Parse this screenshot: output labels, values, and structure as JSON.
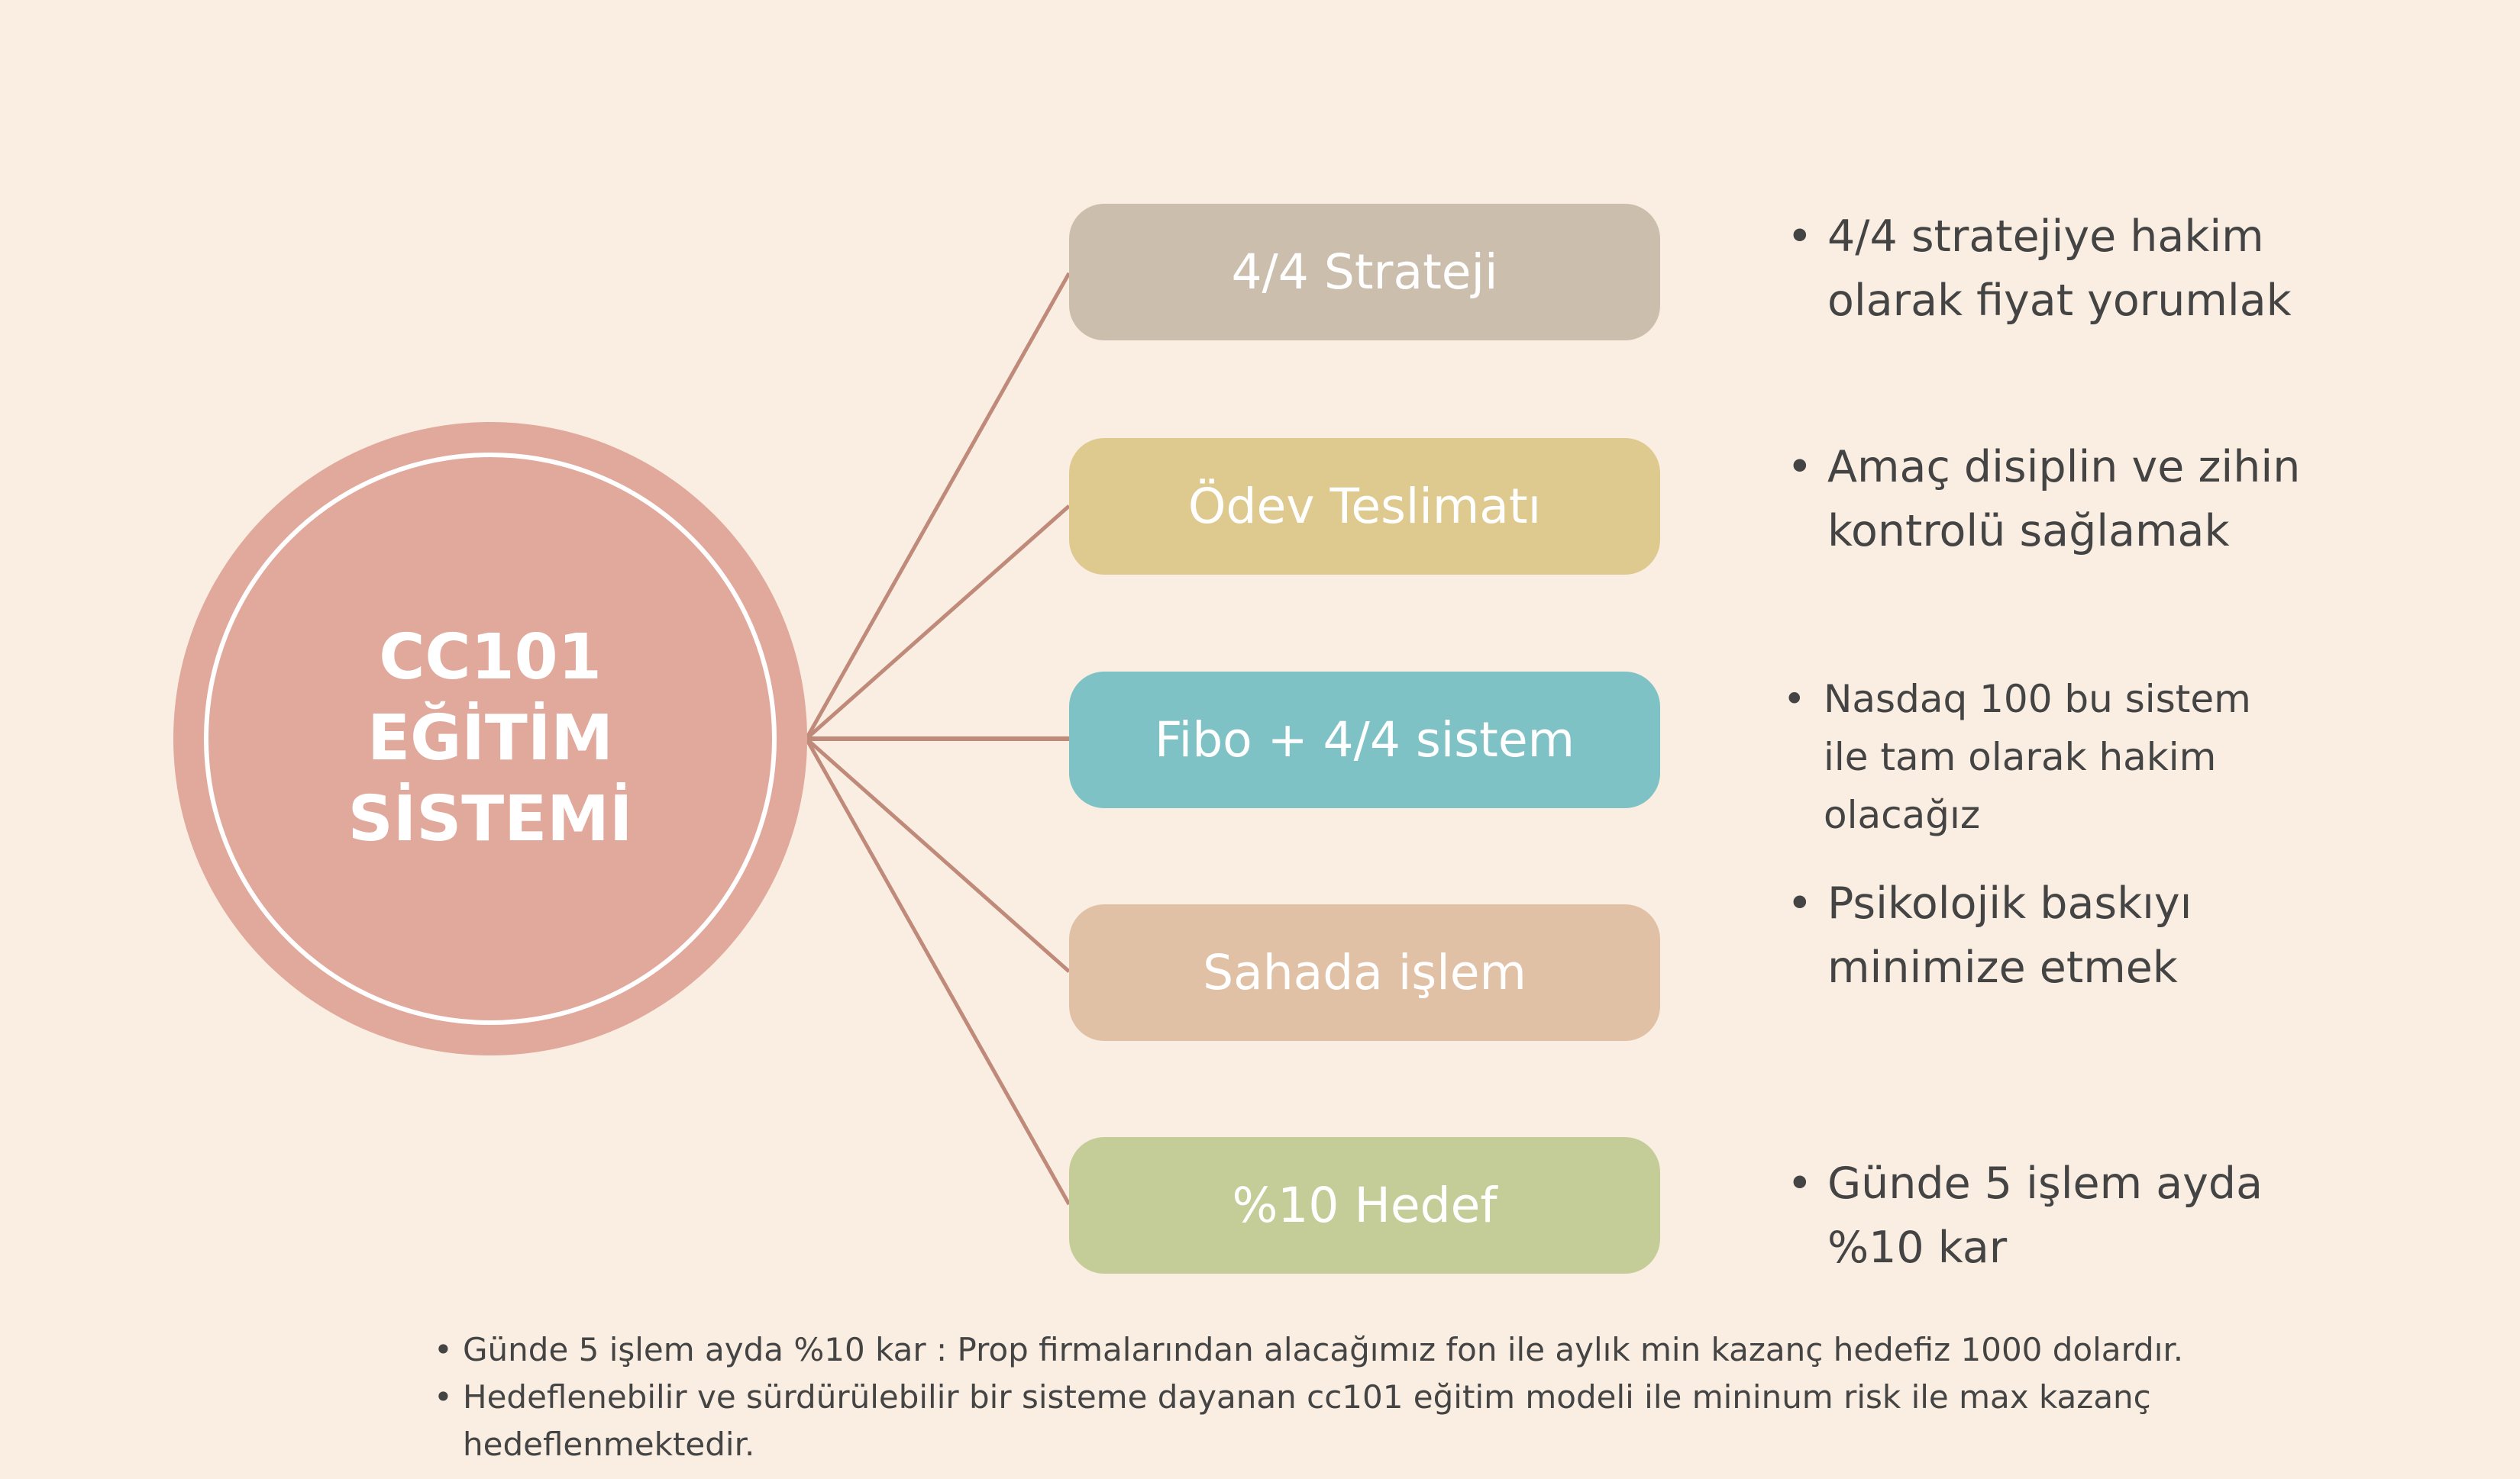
{
  "center": {
    "title": "CC101 EĞİTİM SİSTEMİ"
  },
  "colors": {
    "background": "#f9eee1",
    "circle": "#e0a99c",
    "connector": "#c08a7a",
    "text": "#444444"
  },
  "items": [
    {
      "label": "4/4 Strateji",
      "color": "#cbbead",
      "note": "4/4 stratejiye hakim olarak fiyat yorumlak"
    },
    {
      "label": "Ödev Teslimatı",
      "color": "#dec98f",
      "note": "Amaç disiplin ve zihin kontrolü sağlamak"
    },
    {
      "label": "Fibo + 4/4 sistem",
      "color": "#7fc2c6",
      "note": "Nasdaq 100 bu sistem ile tam olarak hakim olacağız"
    },
    {
      "label": "Sahada işlem",
      "color": "#e1c1a6",
      "note": "Psikolojik baskıyı minimize etmek"
    },
    {
      "label": "%10 Hedef",
      "color": "#c4cd98",
      "note": "Günde 5 işlem ayda %10 kar"
    }
  ],
  "footer": [
    "Günde 5 işlem ayda %10 kar : Prop firmalarından alacağımız fon ile aylık min kazanç hedefiz 1000 dolardır.",
    "Hedeflenebilir ve sürdürülebilir bir sisteme dayanan cc101 eğitim modeli ile mininum risk ile max kazanç hedeflenmektedir."
  ]
}
